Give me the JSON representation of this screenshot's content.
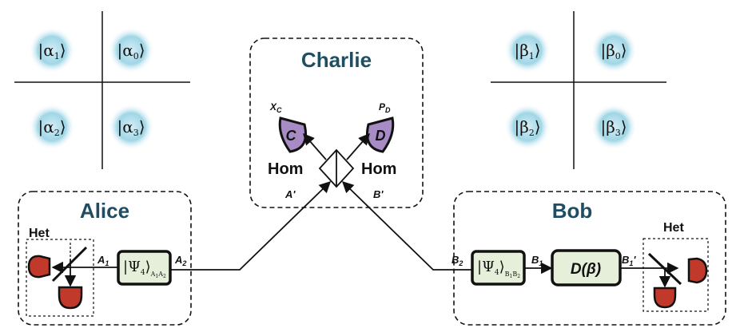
{
  "colors": {
    "title": "#1f4e63",
    "state_glow": "#7cc8dc",
    "detector_red": "#c0392b",
    "detector_purple": "#a78bc4",
    "box_fill": "#e6efd9"
  },
  "charlie": {
    "title": "Charlie",
    "detector_c": {
      "letter": "C",
      "quadrature": "X",
      "quadrature_sub": "C",
      "type": "Hom"
    },
    "detector_d": {
      "letter": "D",
      "quadrature": "P",
      "quadrature_sub": "D",
      "type": "Hom"
    },
    "input_a": "A'",
    "input_b": "B'"
  },
  "alice": {
    "title": "Alice",
    "het_label": "Het",
    "state_box": {
      "symbol": "|Ψ",
      "sub_n": "4",
      "mode_1": "A",
      "mode_1_sub": "1",
      "mode_2": "A",
      "mode_2_sub": "2"
    },
    "mode_left": {
      "name": "A",
      "sub": "1"
    },
    "mode_right": {
      "name": "A",
      "sub": "2"
    },
    "constellation": [
      {
        "name": "α",
        "sub": "1"
      },
      {
        "name": "α",
        "sub": "0"
      },
      {
        "name": "α",
        "sub": "2"
      },
      {
        "name": "α",
        "sub": "3"
      }
    ]
  },
  "bob": {
    "title": "Bob",
    "het_label": "Het",
    "state_box": {
      "symbol": "|Ψ",
      "sub_n": "4",
      "mode_1": "B",
      "mode_1_sub": "1",
      "mode_2": "B",
      "mode_2_sub": "2"
    },
    "displacement": "D(β)",
    "mode_left": {
      "name": "B",
      "sub": "2"
    },
    "mode_mid": {
      "name": "B",
      "sub": "1"
    },
    "mode_right": {
      "name": "B",
      "sub": "1",
      "prime": "'"
    },
    "constellation": [
      {
        "name": "β",
        "sub": "1"
      },
      {
        "name": "β",
        "sub": "0"
      },
      {
        "name": "β",
        "sub": "2"
      },
      {
        "name": "β",
        "sub": "3"
      }
    ]
  }
}
